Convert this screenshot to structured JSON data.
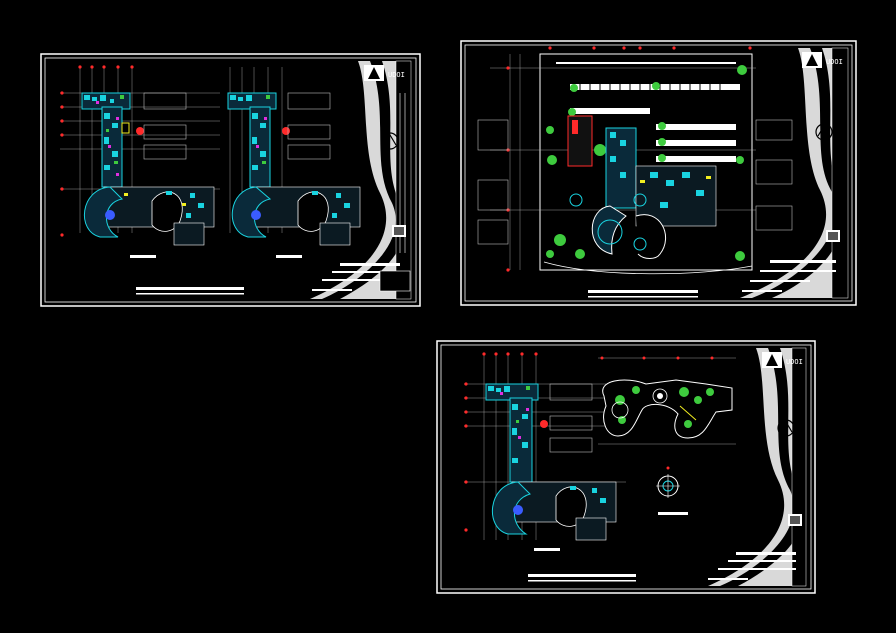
{
  "canvas": {
    "background": "#000000"
  },
  "colors": {
    "frame": "#ffffff",
    "dim": "#c0c0c0",
    "axis_red": "#ff2a2a",
    "cyan": "#19d3e0",
    "green": "#3ecb3e",
    "yellow": "#f2ee20",
    "magenta": "#e02ee0",
    "blue": "#3a5cff",
    "orange": "#ff7a1a",
    "panel_gray": "#b0b0b0"
  },
  "sheets": [
    {
      "id": "sheet-1",
      "logo_text": "UDOI",
      "content": "floor-plans-pair",
      "icon": "north-arrow-icon"
    },
    {
      "id": "sheet-2",
      "logo_text": "UDOI",
      "content": "site-plan",
      "icon": "north-arrow-icon"
    },
    {
      "id": "sheet-3",
      "logo_text": "UDOI",
      "content": "plan-and-details",
      "icon": "north-arrow-icon"
    }
  ]
}
